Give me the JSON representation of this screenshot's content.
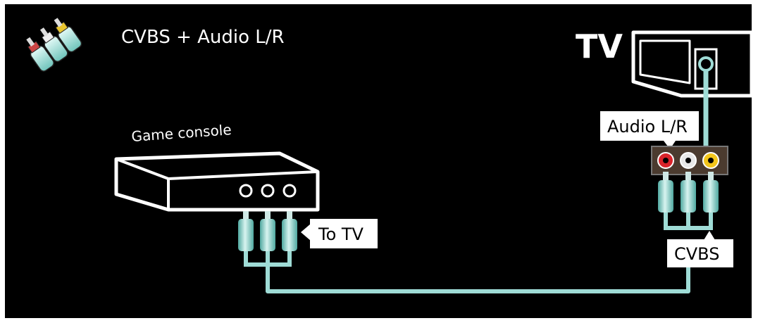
{
  "header": {
    "title": "CVBS + Audio L/R",
    "icon": "rca-plugs-icon"
  },
  "tv": {
    "label": "TV",
    "audio_port_label": "Audio L/R",
    "video_port_label": "CVBS"
  },
  "console": {
    "label": "Game console",
    "cable_label": "To TV"
  },
  "colors": {
    "background": "#000000",
    "line": "#ffffff",
    "cable": "#9fdcd6",
    "cable_dark": "#4fa8a0",
    "port_red": "#d9232a",
    "port_white": "#e8e8e8",
    "port_yellow": "#f2c51b"
  }
}
